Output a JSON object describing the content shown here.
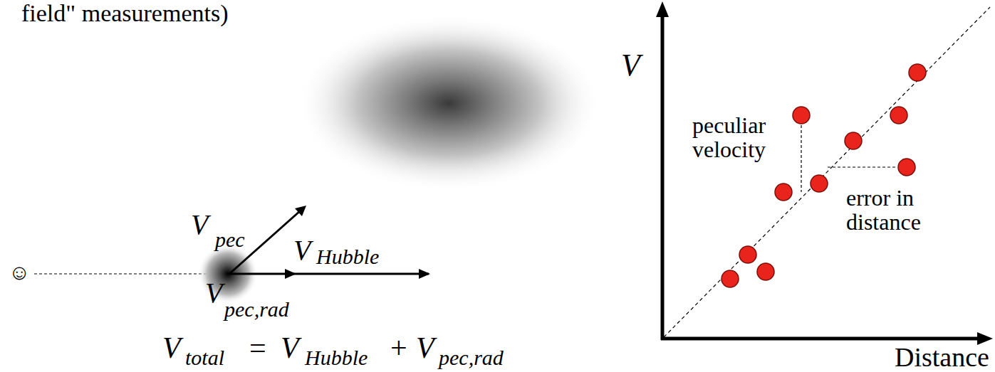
{
  "diagram": {
    "labels": [
      "field\" measurements)",
      "☺",
      "V",
      "pec",
      "V",
      "Hubble",
      "V",
      "pec,rad",
      "V",
      "total",
      "=",
      "V",
      "Hubble",
      "+",
      "V",
      "pec,rad",
      "V",
      "peculiar velocity",
      "error in distance",
      "Distance"
    ]
  }
}
